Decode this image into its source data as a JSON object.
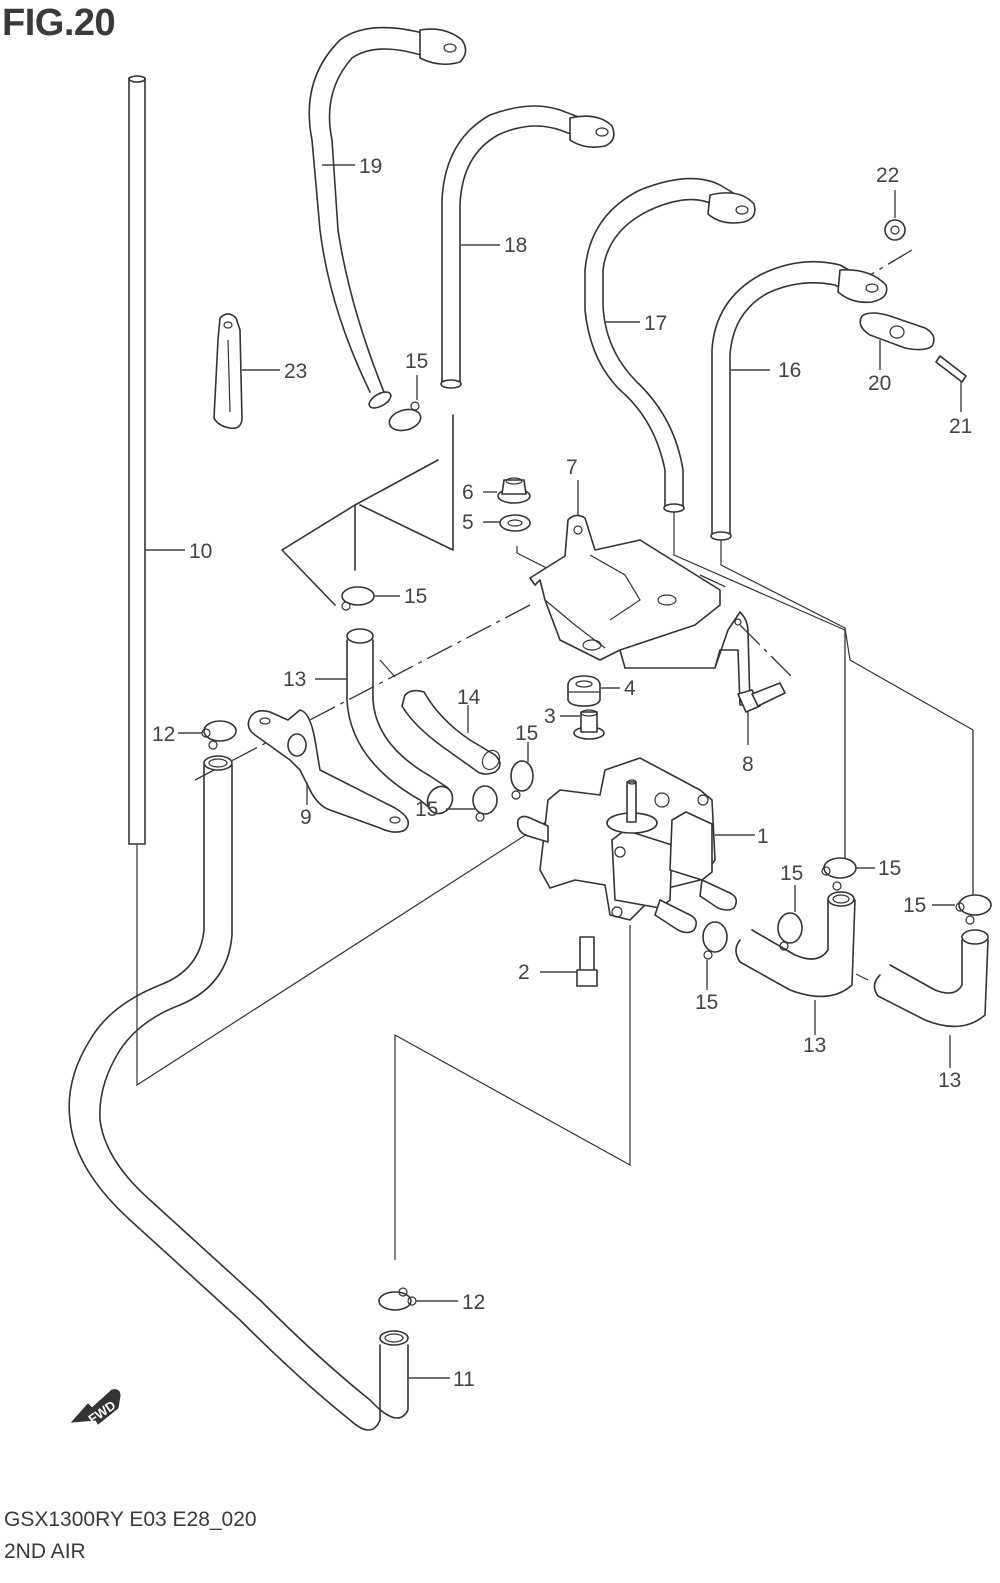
{
  "figure": {
    "title": "FIG.20",
    "model_code": "GSX1300RY E03 E28_020",
    "section_name": "2ND AIR",
    "direction_marker": "FWD"
  },
  "parts": [
    {
      "ref": "1",
      "part": "2nd air valve assembly"
    },
    {
      "ref": "2",
      "part": "bolt"
    },
    {
      "ref": "3",
      "part": "collar"
    },
    {
      "ref": "4",
      "part": "grommet"
    },
    {
      "ref": "5",
      "part": "washer"
    },
    {
      "ref": "6",
      "part": "nut"
    },
    {
      "ref": "7",
      "part": "bracket"
    },
    {
      "ref": "8",
      "part": "bolt"
    },
    {
      "ref": "9",
      "part": "bracket"
    },
    {
      "ref": "10",
      "part": "hose"
    },
    {
      "ref": "11",
      "part": "hose"
    },
    {
      "ref": "12",
      "part": "clamp"
    },
    {
      "ref": "13",
      "part": "hose"
    },
    {
      "ref": "14",
      "part": "hose"
    },
    {
      "ref": "15",
      "part": "clamp"
    },
    {
      "ref": "16",
      "part": "pipe"
    },
    {
      "ref": "17",
      "part": "pipe"
    },
    {
      "ref": "18",
      "part": "pipe"
    },
    {
      "ref": "19",
      "part": "pipe"
    },
    {
      "ref": "20",
      "part": "gasket"
    },
    {
      "ref": "21",
      "part": "stud"
    },
    {
      "ref": "22",
      "part": "nut"
    },
    {
      "ref": "23",
      "part": "clamp"
    }
  ],
  "callouts": {
    "c1": "1",
    "c2": "2",
    "c3": "3",
    "c4": "4",
    "c5": "5",
    "c6": "6",
    "c7": "7",
    "c8": "8",
    "c9": "9",
    "c10": "10",
    "c11": "11",
    "c12a": "12",
    "c12b": "12",
    "c13a": "13",
    "c13b": "13",
    "c13c": "13",
    "c14": "14",
    "c15a": "15",
    "c15b": "15",
    "c15c": "15",
    "c15d": "15",
    "c15e": "15",
    "c15f": "15",
    "c15g": "15",
    "c15h": "15",
    "c16": "16",
    "c17": "17",
    "c18": "18",
    "c19": "19",
    "c20": "20",
    "c21": "21",
    "c22": "22",
    "c23": "23"
  }
}
